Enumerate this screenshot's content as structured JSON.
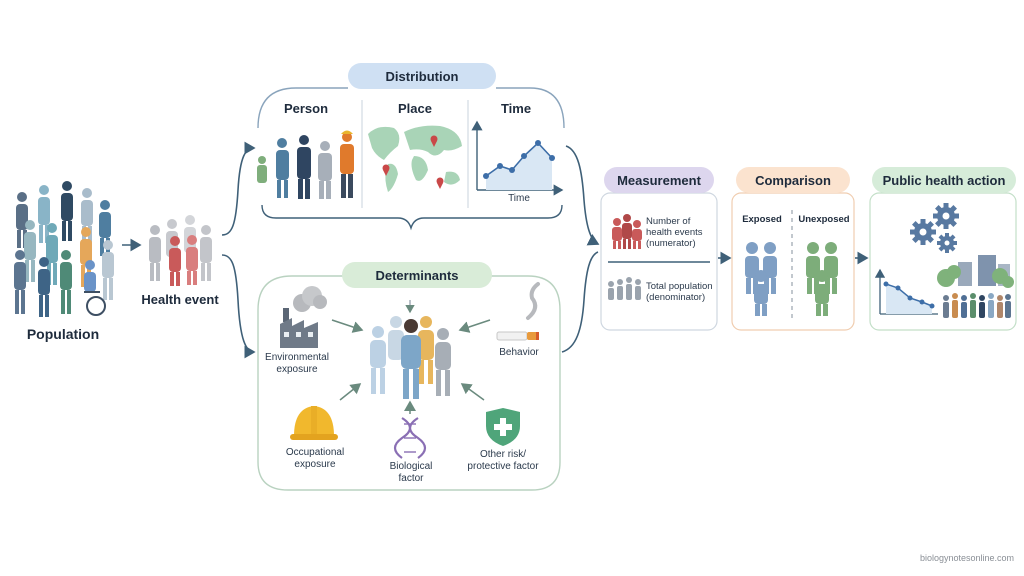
{
  "population": {
    "label": "Population"
  },
  "health_event": {
    "label": "Health event"
  },
  "distribution": {
    "title": "Distribution",
    "person": "Person",
    "place": "Place",
    "time": "Time",
    "time_axis": "Time"
  },
  "determinants": {
    "title": "Determinants",
    "environmental": [
      "Environmental",
      "exposure"
    ],
    "behavior": "Behavior",
    "occupational": [
      "Occupational",
      "exposure"
    ],
    "biological": [
      "Biological",
      "factor"
    ],
    "other": [
      "Other risk/",
      "protective factor"
    ]
  },
  "measurement": {
    "title": "Measurement",
    "numerator": [
      "Number of",
      "health events",
      "(numerator)"
    ],
    "denominator": [
      "Total population",
      "(denominator)"
    ]
  },
  "comparison": {
    "title": "Comparison",
    "exposed": "Exposed",
    "unexposed": "Unexposed"
  },
  "public_health_action": {
    "title": "Public health action"
  },
  "watermark": "biologynotesonline.com",
  "colors": {
    "distribution_pill": "#cfe0f3",
    "determinants_pill": "#d9ecd8",
    "measurement_pill": "#ddd6ee",
    "comparison_pill": "#fbe3cf",
    "action_pill": "#d6ecd9",
    "arrow": "#3f6078",
    "case_red": "#c95a5a",
    "exposed_blue": "#7f9fc4",
    "unexposed_green": "#7dad7a",
    "gear": "#5879a1"
  },
  "icons": [
    "person-icon",
    "world-map-icon",
    "location-pin-icon",
    "line-chart-icon",
    "factory-icon",
    "cigarette-icon",
    "hard-hat-icon",
    "dna-icon",
    "shield-plus-icon",
    "gear-icon",
    "building-icon",
    "tree-icon"
  ]
}
